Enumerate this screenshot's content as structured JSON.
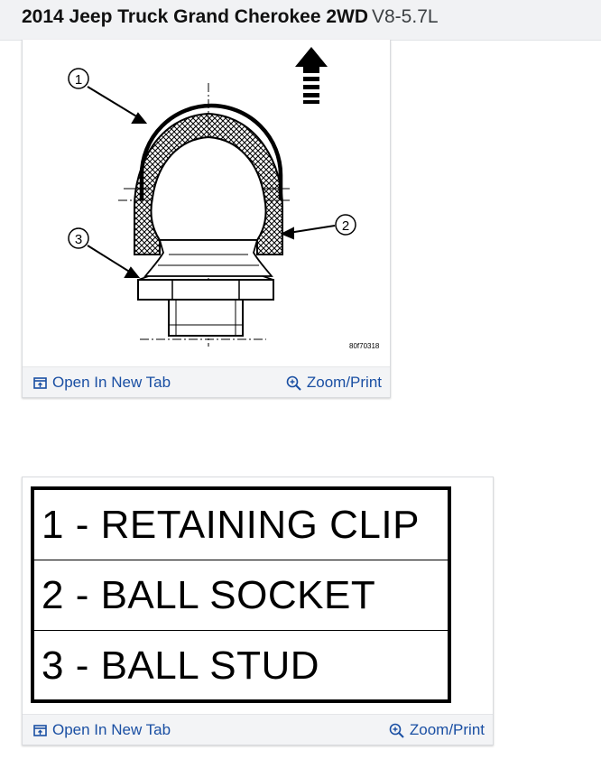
{
  "header": {
    "title": "2014 Jeep Truck Grand Cherokee 2WD",
    "engine": "V8-5.7L"
  },
  "figure1": {
    "callouts": [
      "1",
      "2",
      "3"
    ],
    "code": "80f70318",
    "open_label": "Open In New Tab",
    "zoom_label": "Zoom/Print"
  },
  "figure2": {
    "rows": [
      "1 - RETAINING CLIP",
      "2 - BALL SOCKET",
      "3 - BALL STUD"
    ],
    "open_label": "Open In New Tab",
    "zoom_label": "Zoom/Print"
  },
  "colors": {
    "link": "#1a4fa3",
    "header_bg": "#f1f2f4"
  }
}
